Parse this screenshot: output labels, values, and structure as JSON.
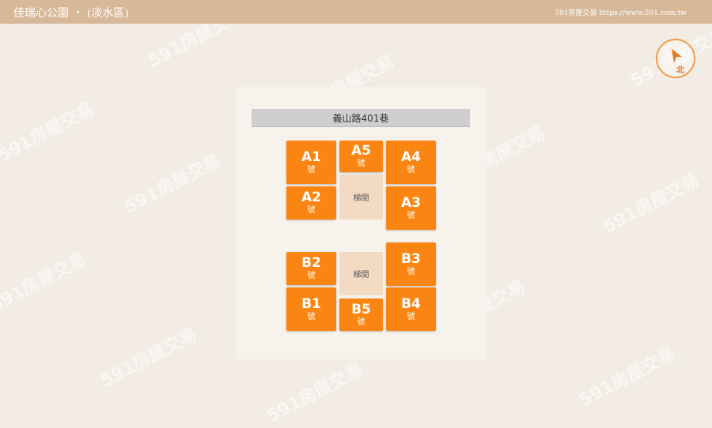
{
  "header": {
    "title": "佳瑞心公園 ・ (淡水區)",
    "site": "591房屋交易 https://www.591.com.tw"
  },
  "compass": {
    "label": "北",
    "icon": "north-arrow-icon"
  },
  "road": {
    "label": "義山路401巷"
  },
  "units": {
    "a1": {
      "code": "A1",
      "sub": "號"
    },
    "a2": {
      "code": "A2",
      "sub": "號"
    },
    "a3": {
      "code": "A3",
      "sub": "號"
    },
    "a4": {
      "code": "A4",
      "sub": "號"
    },
    "a5": {
      "code": "A5",
      "sub": "號"
    },
    "b1": {
      "code": "B1",
      "sub": "號"
    },
    "b2": {
      "code": "B2",
      "sub": "號"
    },
    "b3": {
      "code": "B3",
      "sub": "號"
    },
    "b4": {
      "code": "B4",
      "sub": "號"
    },
    "b5": {
      "code": "B5",
      "sub": "號"
    }
  },
  "stairs": {
    "a": "梯間",
    "b": "梯間"
  },
  "watermark": "591房屋交易",
  "colors": {
    "header_bg": "#d7b898",
    "background": "#f2ece4",
    "unit": "#fb8512",
    "stair": "#f3dbc3",
    "compass": "#f29a45"
  }
}
